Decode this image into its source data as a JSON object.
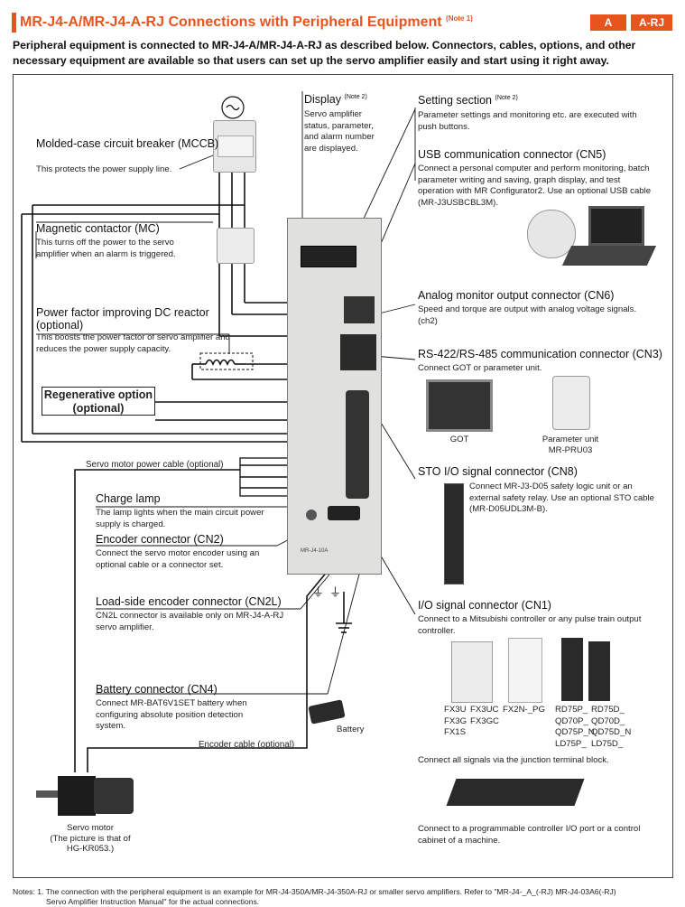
{
  "header": {
    "title": "MR-J4-A/MR-J4-A-RJ Connections with Peripheral Equipment",
    "title_note": "(Note 1)",
    "badge_a": "A",
    "badge_arj": "A-RJ",
    "intro": "Peripheral equipment is connected to MR-J4-A/MR-J4-A-RJ as described below. Connectors, cables, options, and other necessary equipment are available so that users can set up the servo amplifier easily and start using it right away."
  },
  "left": {
    "mccb_title": "Molded-case circuit breaker (MCCB)",
    "mccb_desc": "This protects the power supply line.",
    "mc_title": "Magnetic contactor (MC)",
    "mc_desc": "This turns off the power to the servo amplifier when an alarm is triggered.",
    "reactor_title": "Power factor improving DC reactor (optional)",
    "reactor_desc": "This boosts the power factor of servo amplifier and reduces the power supply capacity.",
    "regen_title": "Regenerative option (optional)",
    "motor_cable": "Servo motor power cable (optional)",
    "charge_title": "Charge lamp",
    "charge_desc": "The lamp lights when the main circuit power supply is charged.",
    "encoder_title": "Encoder connector (CN2)",
    "encoder_desc": "Connect the servo motor encoder using an optional cable or a connector set.",
    "loadside_title": "Load-side encoder connector (CN2L)",
    "loadside_desc": "CN2L connector is available only on MR-J4-A-RJ servo amplifier.",
    "battery_title": "Battery connector (CN4)",
    "battery_desc": "Connect MR-BAT6V1SET battery when configuring absolute position detection system.",
    "battery_label": "Battery",
    "encoder_cable": "Encoder cable (optional)",
    "servo_motor": "Servo motor",
    "servo_motor_note": "(The picture is that of HG-KR053.)"
  },
  "center": {
    "display_title": "Display",
    "display_note": "(Note 2)",
    "display_desc": "Servo amplifier status, parameter, and alarm number are displayed.",
    "model_label": "MR-J4-10A"
  },
  "right": {
    "setting_title": "Setting section",
    "setting_note": "(Note 2)",
    "setting_desc": "Parameter settings and monitoring etc. are executed with push buttons.",
    "usb_title": "USB communication connector (CN5)",
    "usb_desc": "Connect a personal computer and perform monitoring, batch parameter writing and saving, graph display, and test operation with MR Configurator2. Use an optional USB cable (MR-J3USBCBL3M).",
    "analog_title": "Analog monitor output connector (CN6)",
    "analog_desc": "Speed and torque are output with analog voltage signals. (ch2)",
    "rs_title": "RS-422/RS-485 communication connector (CN3)",
    "rs_desc": "Connect GOT or parameter unit.",
    "got_label": "GOT",
    "pu_label1": "Parameter unit",
    "pu_label2": "MR-PRU03",
    "sto_title": "STO I/O signal connector (CN8)",
    "sto_desc": "Connect MR-J3-D05 safety logic unit or an external safety relay. Use an optional STO cable (MR-D05UDL3M-B).",
    "io_title": "I/O signal connector (CN1)",
    "io_desc": "Connect to a Mitsubishi controller or any pulse train output controller.",
    "fx_col1": [
      "FX3U",
      "FX3G",
      "FX1S"
    ],
    "fx_col2": [
      "FX3UC",
      "FX3GC"
    ],
    "fx_col3": "FX2N-_PG",
    "qd_col1": [
      "RD75P_",
      "QD70P_",
      "QD75P_N",
      "LD75P_"
    ],
    "qd_col2": [
      "RD75D_",
      "QD70D_",
      "QD75D_N",
      "LD75D_"
    ],
    "junction_desc": "Connect all signals via the junction terminal block.",
    "plc_desc": "Connect to a programmable controller I/O port or a control cabinet of a machine."
  },
  "notes": {
    "line1": "Notes: 1. The connection with the peripheral equipment is an example for MR-J4-350A/MR-J4-350A-RJ or smaller servo amplifiers. Refer to \"MR-J4-_A_(-RJ) MR-J4-03A6(-RJ)",
    "line2": "Servo Amplifier Instruction Manual\" for the actual connections."
  },
  "colors": {
    "accent": "#e8541e",
    "line": "#111111"
  }
}
